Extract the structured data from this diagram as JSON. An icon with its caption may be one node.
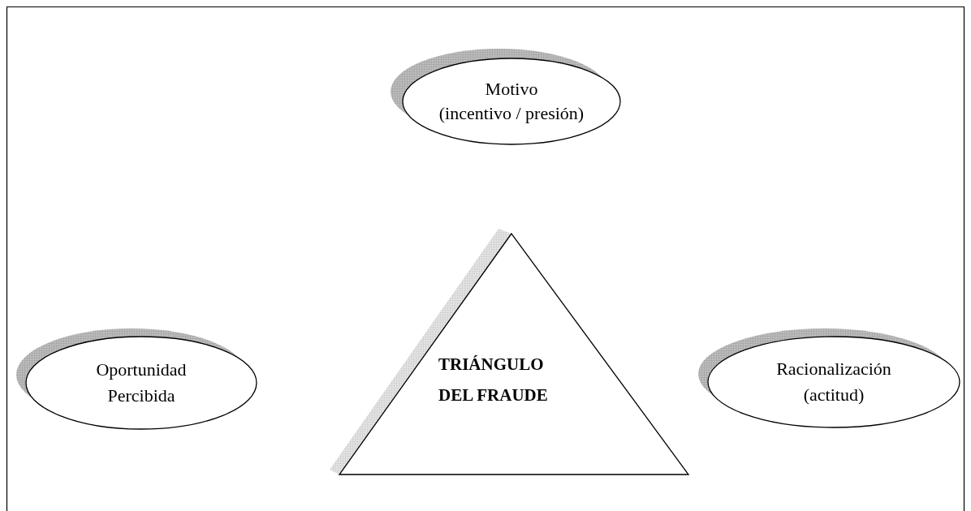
{
  "diagram": {
    "nodes": [
      {
        "text": [
          "Motivo",
          "(incentivo / presión)"
        ]
      },
      {
        "text": [
          "Oportunidad",
          "Percibida"
        ]
      },
      {
        "text": [
          "TRIÁNGULO DEL FRAUDE"
        ]
      },
      {
        "text": [
          "Racionalización",
          "(actitud)"
        ]
      }
    ]
  }
}
